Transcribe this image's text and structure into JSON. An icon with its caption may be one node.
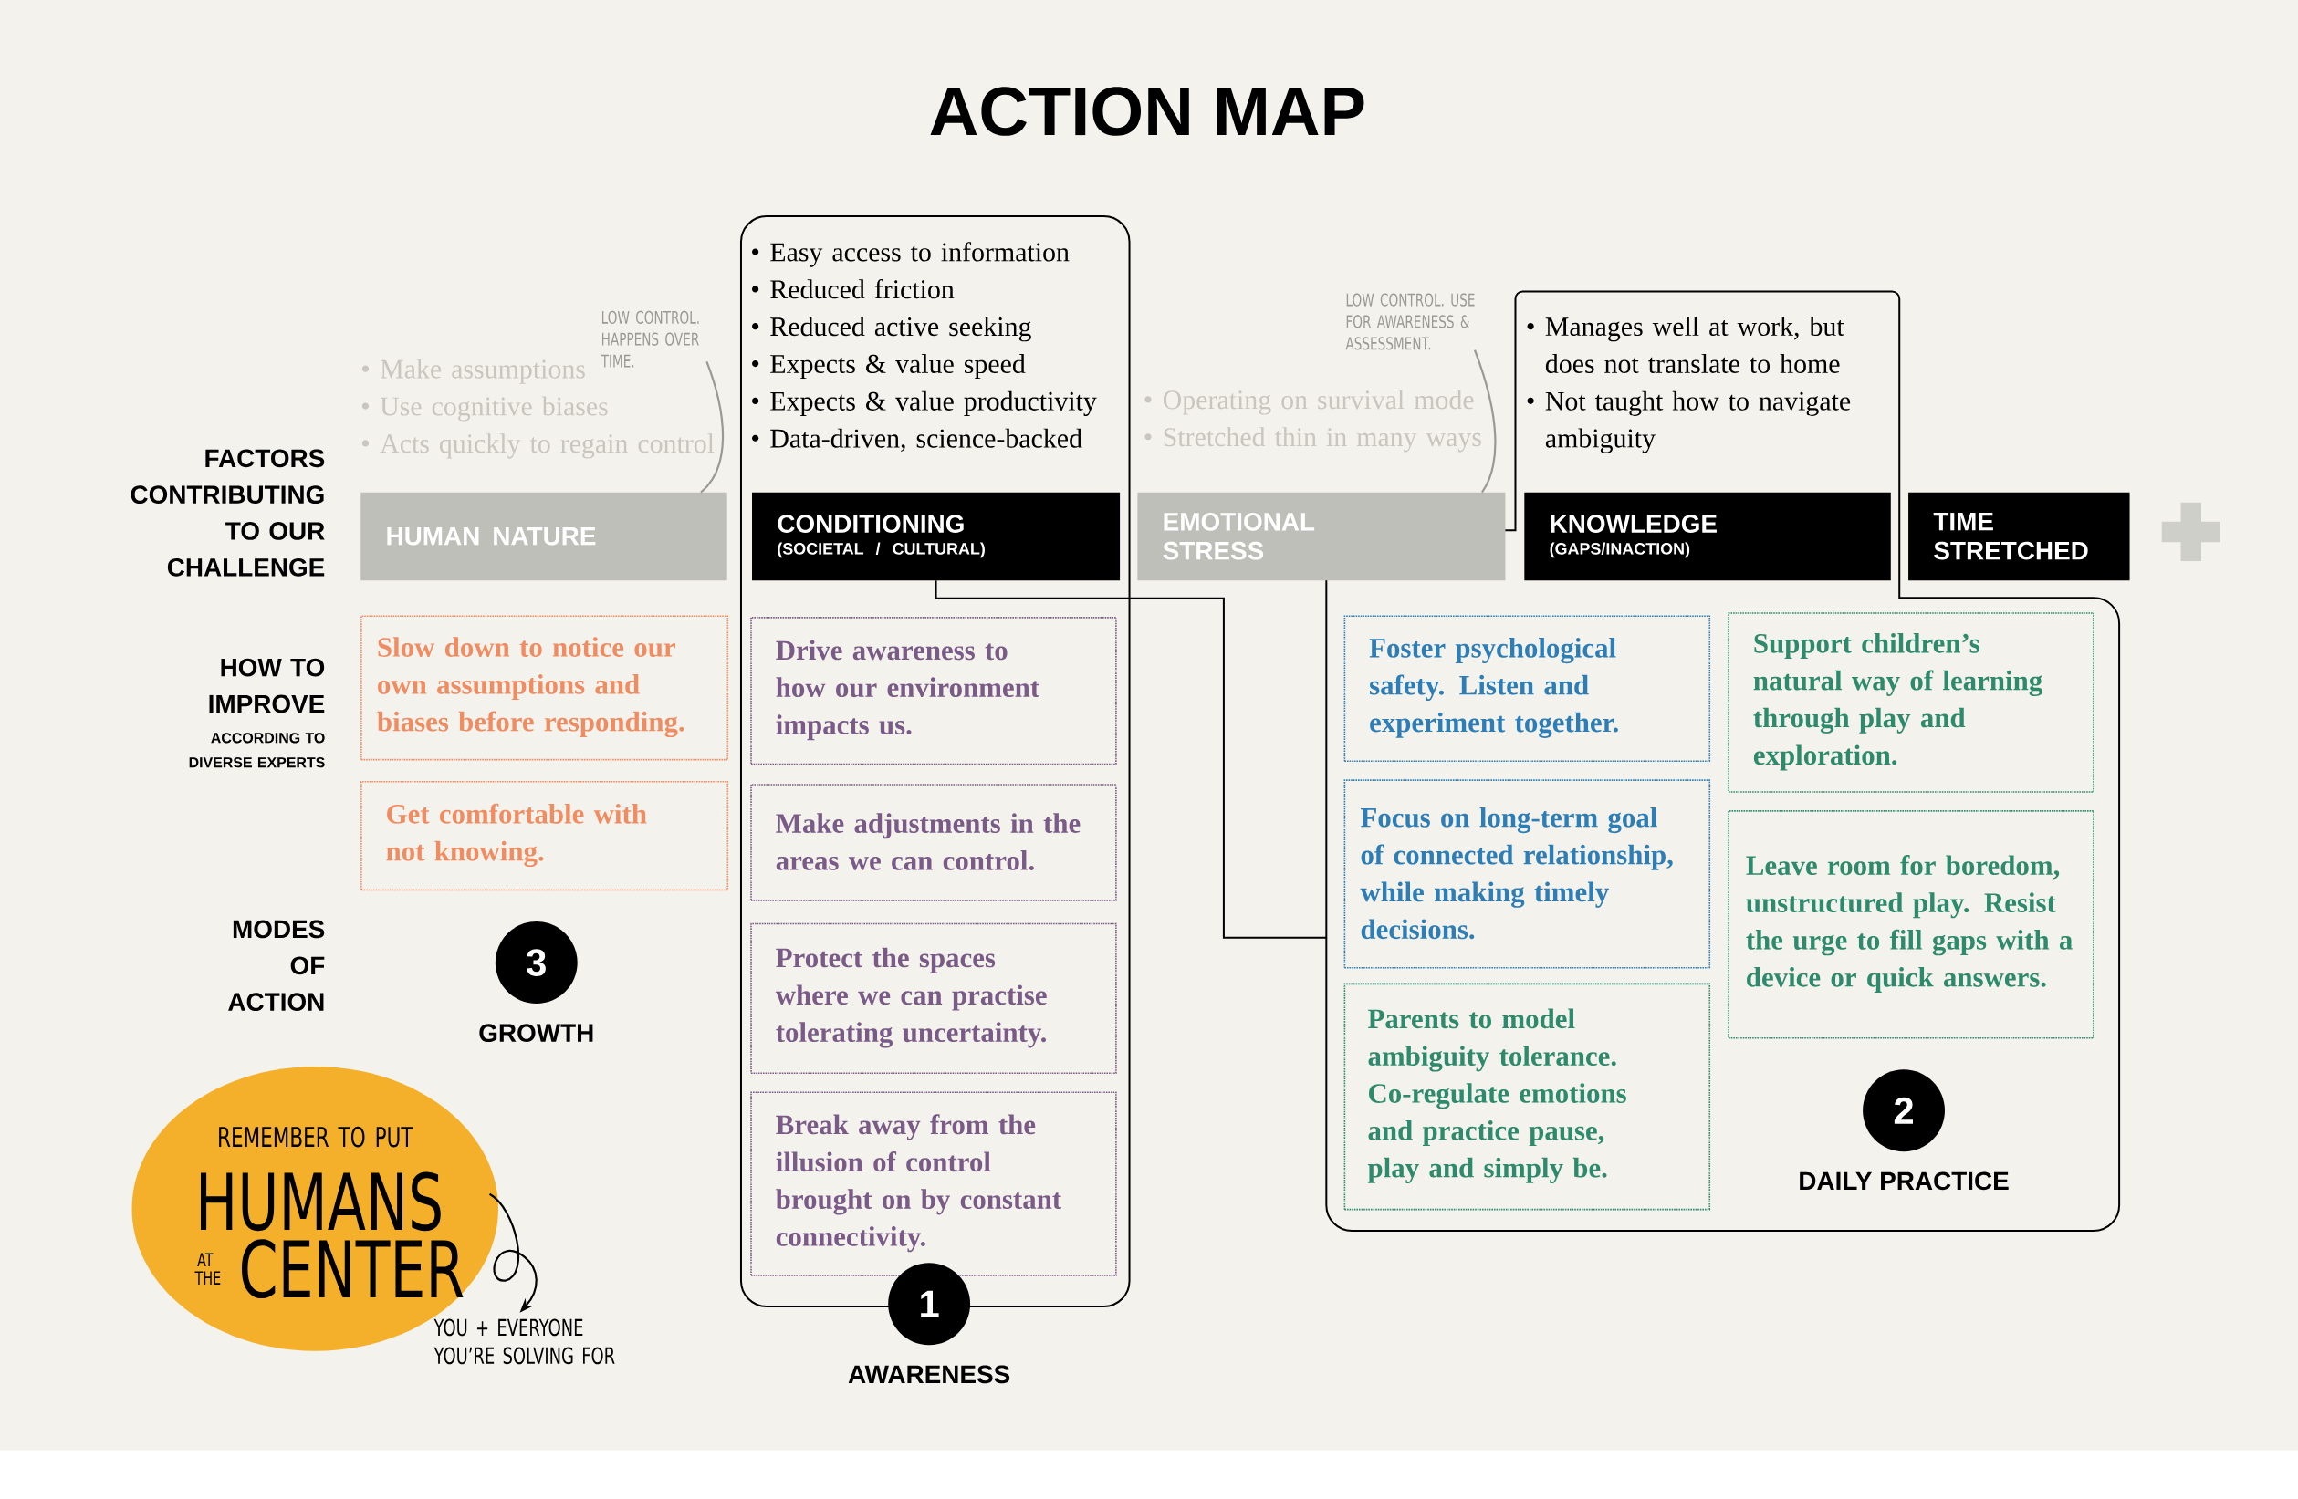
{
  "diagram": {
    "title": "ACTION MAP",
    "nodes": [
      {
        "text": [
          "LOW CONTROL. HAPPENS OVER TIME."
        ]
      },
      {
        "text": [
          "HUMAN NATURE"
        ],
        "beside": [
          "Make assumptions",
          "Use cognitive biases",
          "Acts quickly to regain control"
        ]
      },
      {
        "text": [
          "Easy access to information",
          "Reduced friction",
          "Reduced active seeking",
          "Expects & value speed",
          "Expects & value productivity",
          "Data-driven, science-backed"
        ]
      },
      {
        "text": [
          "CONDITIONING",
          "(SOCIETAL / CULTURAL)"
        ],
        "in": 2
      },
      {
        "text": [
          "LOW CONTROL. USE FOR AWARENESS & ASSESSMENT."
        ]
      },
      {
        "text": [
          "EMOTIONAL STRESS"
        ],
        "beside": [
          "Operating on survival mode",
          "Stretched thin in many ways"
        ]
      },
      {
        "text": [
          "Manages well at work, but does not translate to home",
          "Not taught how to navigate ambiguity"
        ]
      },
      {
        "text": [
          "KNOWLEDGE",
          "(GAPS/INACTION)"
        ],
        "in": 6
      },
      {
        "text": [
          "TIME STRETCHED"
        ]
      },
      {
        "text": [
          "Slow down to notice our own assumptions and biases before responding."
        ]
      },
      {
        "text": [
          "Get comfortable with not knowing."
        ]
      },
      {
        "text": [
          "Drive awareness to how our environment impacts us."
        ],
        "in": 2
      },
      {
        "text": [
          "Make adjustments in the areas we can control."
        ],
        "in": 2
      },
      {
        "text": [
          "Protect the spaces where we can practise tolerating uncertainty."
        ],
        "in": 2
      },
      {
        "text": [
          "Break away from the illusion of control brought on by constant connectivity."
        ],
        "in": 2
      },
      {
        "text": [
          "Foster psychological safety. Listen and experiment together."
        ],
        "in": 6
      },
      {
        "text": [
          "Support children’s natural way of learning through play and exploration."
        ],
        "in": 6
      },
      {
        "text": [
          "Focus on long-term goal of connected relationship, while making timely decisions."
        ],
        "in": 6
      },
      {
        "text": [
          "Leave room for boredom, unstructured play. Resist the urge to fill gaps with a device or quick answers."
        ],
        "in": 6
      },
      {
        "text": [
          "Parents to model ambiguity tolerance. Co-regulate emotions and practice pause, play and simply be."
        ],
        "in": 6
      },
      {
        "text": [
          "3"
        ],
        "beside": [
          "GROWTH"
        ]
      },
      {
        "text": [
          "1"
        ],
        "beside": [
          "AWARENESS"
        ]
      },
      {
        "text": [
          "2"
        ],
        "beside": [
          "DAILY PRACTICE"
        ],
        "in": 6
      },
      {
        "text": [
          "REMEMBER TO PUT",
          "HUMANS",
          "AT THE",
          "CENTER"
        ]
      },
      {
        "text": [
          "YOU + EVERYONE YOU’RE SOLVING FOR"
        ]
      }
    ],
    "edges": [
      {
        "from": 0,
        "to": 1,
        "arrow": "none"
      },
      {
        "from": 4,
        "to": 5,
        "arrow": "none"
      },
      {
        "from": 3,
        "to": 6,
        "arrow": "none",
        "color": "#000000"
      },
      {
        "from": 23,
        "to": 24,
        "arrow": "to",
        "color": "#000000"
      }
    ],
    "labels": [
      "FACTORS CONTRIBUTING TO OUR CHALLENGE",
      "HOW TO IMPROVE",
      "ACCORDING TO DIVERSE EXPERTS",
      "MODES OF ACTION"
    ]
  }
}
